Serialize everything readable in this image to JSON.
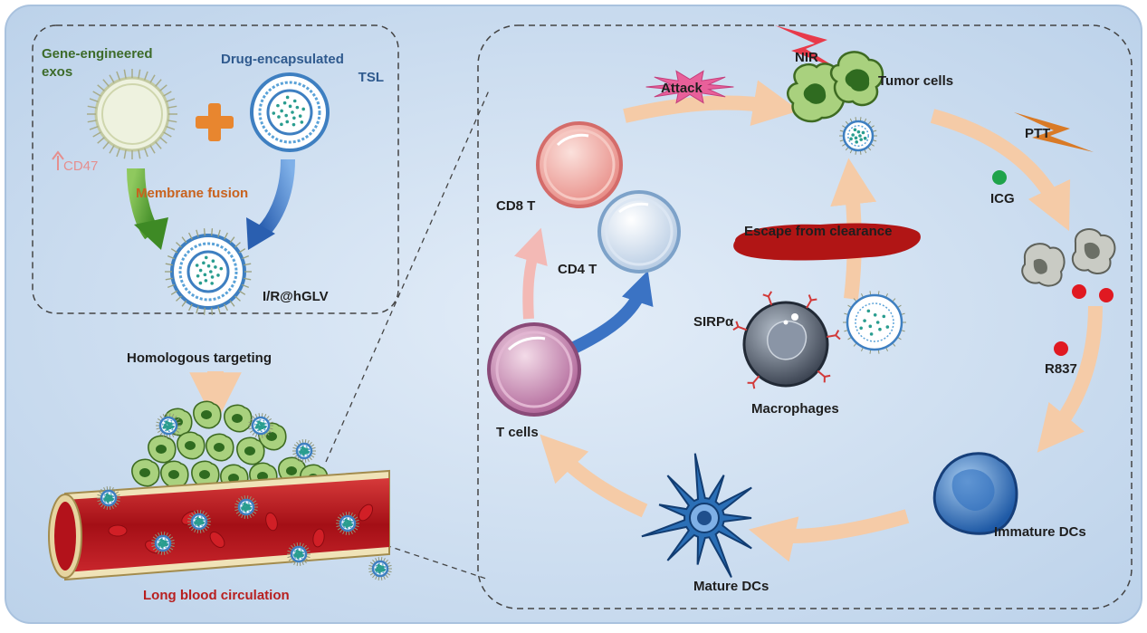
{
  "left_panel": {
    "exos_label_line1": "Gene-engineered",
    "exos_label_line2": "exos",
    "tsl_label_line1": "Drug-encapsulated",
    "tsl_label_line2": "TSL",
    "cd47_label": "CD47",
    "fusion_label": "Membrane fusion",
    "product_label": "I/R@hGLV",
    "targeting_label": "Homologous targeting",
    "circulation_label": "Long blood circulation"
  },
  "right_panel": {
    "nir_label": "NIR",
    "tumor_label": "Tumor cells",
    "attack_label": "Attack",
    "ptt_label": "PTT",
    "icg_label": "ICG",
    "cd8_label": "CD8 T",
    "cd4_label": "CD4 T",
    "escape_label": "Escape from clearance",
    "sirpa_label": "SIRPα",
    "macrophage_label": "Macrophages",
    "r837_label": "R837",
    "tcells_label": "T cells",
    "immature_dc_label": "Immature DCs",
    "mature_dc_label": "Mature DCs"
  },
  "colors": {
    "background_blue": "#cfdff0",
    "arrow_peach": "#f5cba7",
    "arrow_green": "#5aa33a",
    "arrow_blue": "#3b73c4",
    "tumor_green": "#4f8f2e",
    "vessel_red": "#b3121b"
  }
}
